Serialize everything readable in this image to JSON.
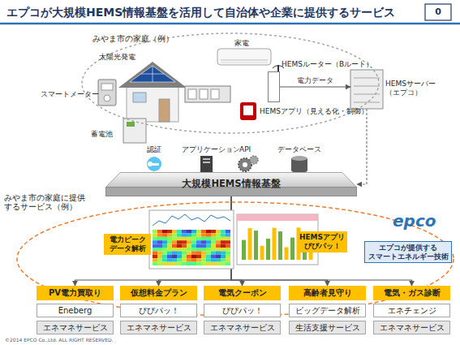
{
  "diagram": {
    "title": "エプコが大規模HEMS情報基盤を活用して自治体や企業に提供するサービス",
    "nodes": [
      {
        "text": [
          "みやま市の家庭（例）"
        ]
      },
      {
        "text": [
          "HEMSルーター（Bルート）"
        ],
        "in": 0
      },
      {
        "text": [
          "HEMSサーバー（エプコ）"
        ]
      },
      {
        "text": [
          "大規模HEMS情報基盤"
        ]
      },
      {
        "text": [
          "みやま市の家庭に提供 するサービス（例）"
        ]
      },
      {
        "text": [
          "電力ピーク データ解析"
        ],
        "in": 4
      },
      {
        "text": [
          "HEMSアプリ ぴぴパッ！"
        ],
        "in": 4
      },
      {
        "text": [
          "エプコが提供する スマートエネルギー技術"
        ]
      },
      {
        "text": [
          "PV電力買取り"
        ],
        "in": 4
      },
      {
        "text": [
          "仮想料金プラン"
        ],
        "in": 4
      },
      {
        "text": [
          "電気クーポン"
        ],
        "in": 4
      },
      {
        "text": [
          "高齢者見守り"
        ],
        "in": 4
      },
      {
        "text": [
          "電気・ガス診断"
        ],
        "in": 4
      },
      {
        "text": [
          "Eneberg"
        ]
      },
      {
        "text": [
          "ぴぴパッ！"
        ]
      },
      {
        "text": [
          "ぴぴパッ！"
        ]
      },
      {
        "text": [
          "ビッグデータ解析"
        ]
      },
      {
        "text": [
          "エネチェンジ"
        ]
      },
      {
        "text": [
          "エネマネサービス"
        ]
      },
      {
        "text": [
          "エネマネサービス"
        ]
      },
      {
        "text": [
          "エネマネサービス"
        ]
      },
      {
        "text": [
          "生活支援サービス"
        ]
      },
      {
        "text": [
          "エネマネサービス"
        ]
      }
    ],
    "edges": [
      {
        "from": 1,
        "to": 2,
        "label": "電力データ",
        "arrow": "to"
      },
      {
        "from": 2,
        "to": 3,
        "arrow": "to"
      },
      {
        "from": 3,
        "to": 8,
        "arrow": "to"
      },
      {
        "from": 3,
        "to": 9,
        "arrow": "to"
      },
      {
        "from": 3,
        "to": 10,
        "arrow": "to"
      },
      {
        "from": 3,
        "to": 11,
        "arrow": "to"
      },
      {
        "from": 3,
        "to": 12,
        "arrow": "to"
      }
    ],
    "labels": [
      "0",
      "家電",
      "太陽光発電",
      "スマートメーター",
      "蓄電池",
      "HEMSアプリ（見える化・制御）",
      "認証",
      "アプリケーション",
      "API",
      "データベース",
      "epco",
      "©2014 EPCO Co.,Ltd. ALL RIGHT RESERVED."
    ]
  }
}
